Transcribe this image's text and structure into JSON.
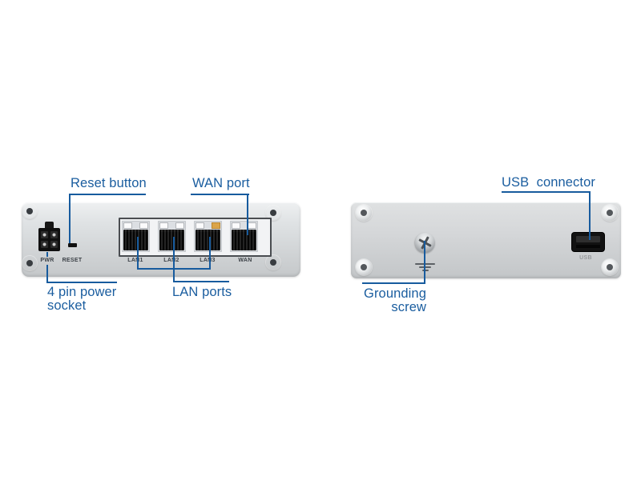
{
  "diagram": {
    "title": "router front and back panel connector diagram",
    "colors": {
      "callout_blue": "#175b9e",
      "body_gray": "#d5d7d9"
    },
    "front": {
      "pwr": "PWR",
      "reset": "RESET",
      "port_labels": [
        "LAN1",
        "LAN2",
        "LAN3",
        "WAN"
      ],
      "callouts": {
        "reset": "Reset button",
        "wan": "WAN port",
        "power_l1": "4 pin power",
        "power_l2": "socket",
        "lan": "LAN ports"
      }
    },
    "back": {
      "usb": "USB",
      "callouts": {
        "usb": "USB  connector",
        "grounding_l1": "Grounding",
        "grounding_l2": "screw"
      }
    }
  }
}
